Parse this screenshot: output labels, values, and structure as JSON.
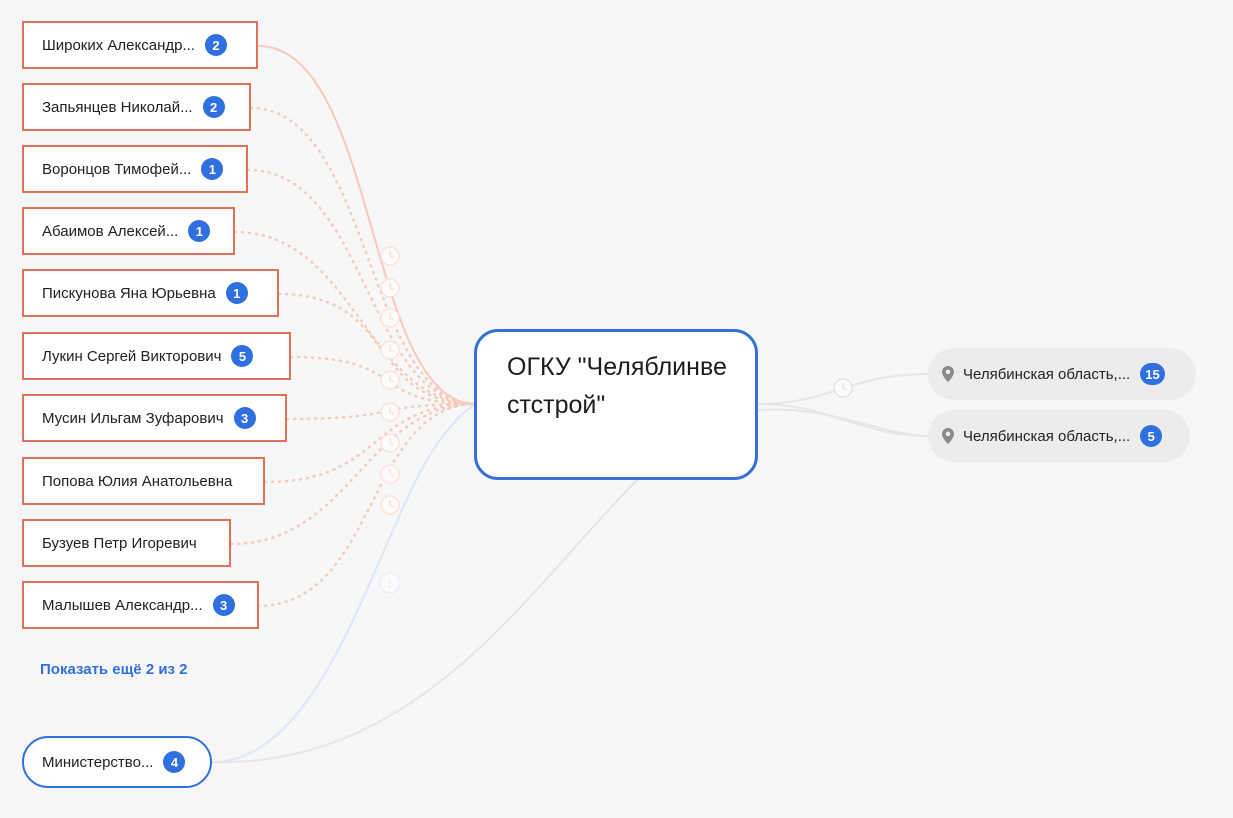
{
  "center_node": {
    "title": "ОГКУ \"Челяблинве стстрой\""
  },
  "people": [
    {
      "name": "Широких Александр...",
      "count": "2"
    },
    {
      "name": "Запьянцев Николай...",
      "count": "2"
    },
    {
      "name": "Воронцов Тимофей...",
      "count": "1"
    },
    {
      "name": "Абаимов Алексей...",
      "count": "1"
    },
    {
      "name": "Пискунова Яна Юрьевна",
      "count": "1"
    },
    {
      "name": "Лукин Сергей Викторович",
      "count": "5"
    },
    {
      "name": "Мусин Ильгам Зуфарович",
      "count": "3"
    },
    {
      "name": "Попова Юлия Анатольевна",
      "count": ""
    },
    {
      "name": "Бузуев Петр Игоревич",
      "count": ""
    },
    {
      "name": "Малышев Александр...",
      "count": "3"
    }
  ],
  "show_more_label": "Показать ещё 2 из 2",
  "ministry": {
    "name": "Министерство...",
    "count": "4"
  },
  "regions": [
    {
      "name": "Челябинская область,...",
      "count": "15"
    },
    {
      "name": "Челябинская область,...",
      "count": "5"
    }
  ],
  "colors": {
    "person_border": "#e07058",
    "badge": "#2f6fe0",
    "center_border": "#3a6fd6",
    "link_person": "#f7c9bd",
    "link_blue": "#dce6fb",
    "link_gray": "#e6e6e6"
  }
}
